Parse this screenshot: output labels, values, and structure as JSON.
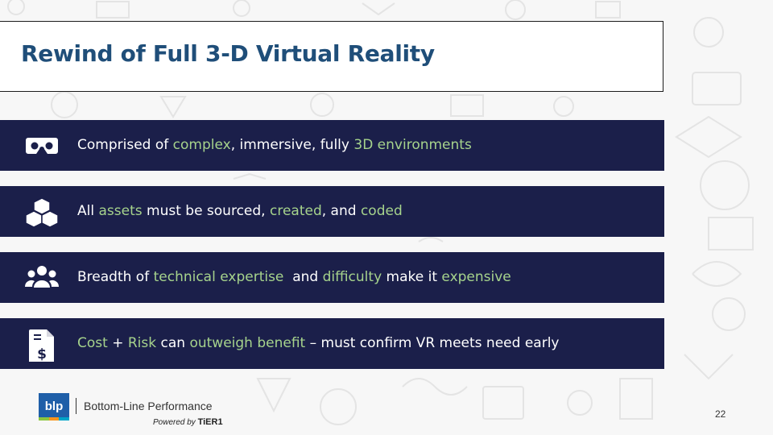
{
  "slide": {
    "title": "Rewind of Full 3-D Virtual Reality",
    "page_number": "22"
  },
  "bullets": [
    {
      "icon": "vr-headset-icon",
      "parts": [
        {
          "text": "Comprised of ",
          "highlight": false
        },
        {
          "text": "complex",
          "highlight": true
        },
        {
          "text": ", immersive, fully ",
          "highlight": false
        },
        {
          "text": "3D environments",
          "highlight": true
        }
      ]
    },
    {
      "icon": "cubes-icon",
      "parts": [
        {
          "text": "All ",
          "highlight": false
        },
        {
          "text": "assets",
          "highlight": true
        },
        {
          "text": " must be sourced, ",
          "highlight": false
        },
        {
          "text": "created",
          "highlight": true
        },
        {
          "text": ", and ",
          "highlight": false
        },
        {
          "text": "coded",
          "highlight": true
        }
      ]
    },
    {
      "icon": "users-icon",
      "parts": [
        {
          "text": "Breadth of ",
          "highlight": false
        },
        {
          "text": "technical expertise",
          "highlight": true
        },
        {
          "text": "  and ",
          "highlight": false
        },
        {
          "text": "difficulty",
          "highlight": true
        },
        {
          "text": " make it ",
          "highlight": false
        },
        {
          "text": "expensive",
          "highlight": true
        }
      ]
    },
    {
      "icon": "invoice-dollar-icon",
      "parts": [
        {
          "text": "Cost",
          "highlight": true
        },
        {
          "text": " + ",
          "highlight": false
        },
        {
          "text": "Risk",
          "highlight": true
        },
        {
          "text": " can ",
          "highlight": false
        },
        {
          "text": "outweigh benefit",
          "highlight": true
        },
        {
          "text": " – must confirm VR meets need early",
          "highlight": false
        }
      ]
    }
  ],
  "footer": {
    "logo_letters": "blp",
    "company_name": "Bottom-Line Performance",
    "powered_by": "Powered by ",
    "powered_brand": "TiER1"
  },
  "colors": {
    "band": "#1b1f4a",
    "highlight": "#a6d38c",
    "title": "#1f4e79"
  }
}
